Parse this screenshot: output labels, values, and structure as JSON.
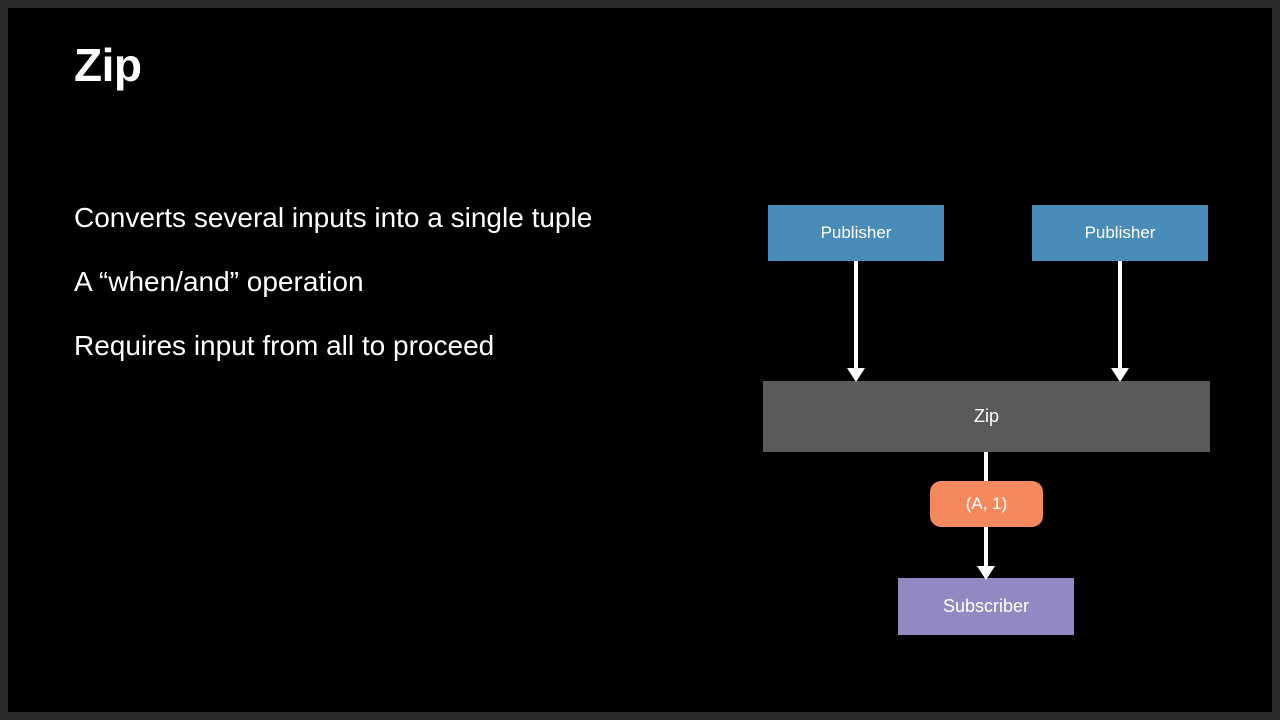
{
  "slide": {
    "title": "Zip",
    "background_color": "#000000",
    "frame_color": "#2b2b2b",
    "text_color": "#ffffff"
  },
  "bullets": [
    {
      "text": "Converts several inputs into a single tuple"
    },
    {
      "text": "A “when/and” operation"
    },
    {
      "text": "Requires input from all to proceed"
    }
  ],
  "diagram": {
    "nodes": {
      "publisher_left": {
        "label": "Publisher",
        "color": "#4a8cb8"
      },
      "publisher_right": {
        "label": "Publisher",
        "color": "#4a8cb8"
      },
      "zip": {
        "label": "Zip",
        "color": "#5a5a5a"
      },
      "tuple": {
        "label": "(A, 1)",
        "color": "#f5895d"
      },
      "subscriber": {
        "label": "Subscriber",
        "color": "#9289c2"
      }
    },
    "arrows": {
      "color": "#ffffff",
      "edges": [
        {
          "from": "publisher_left",
          "to": "zip"
        },
        {
          "from": "publisher_right",
          "to": "zip"
        },
        {
          "from": "zip",
          "to": "subscriber"
        }
      ]
    }
  }
}
